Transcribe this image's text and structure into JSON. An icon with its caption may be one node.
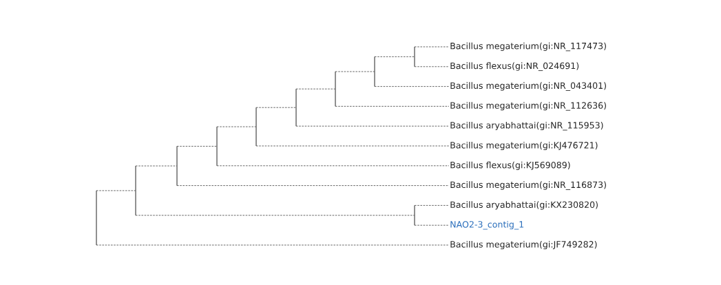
{
  "diagram": {
    "nodes": [
      {
        "text": [
          "Bacillus megaterium(gi:NR_117473)"
        ]
      },
      {
        "text": [
          "Bacillus flexus(gi:NR_024691)"
        ]
      },
      {
        "text": [
          "Bacillus megaterium(gi:NR_043401)"
        ]
      },
      {
        "text": [
          "Bacillus megaterium(gi:NR_112636)"
        ]
      },
      {
        "text": [
          "Bacillus aryabhattai(gi:NR_115953)"
        ]
      },
      {
        "text": [
          "Bacillus megaterium(gi:KJ476721)"
        ]
      },
      {
        "text": [
          "Bacillus flexus(gi:KJ569089)"
        ]
      },
      {
        "text": [
          "Bacillus megaterium(gi:NR_116873)"
        ]
      },
      {
        "text": [
          "Bacillus aryabhattai(gi:KX230820)"
        ]
      },
      {
        "text": [
          "NAO2-3_contig_1"
        ]
      },
      {
        "text": [
          "Bacillus megaterium(gi:JF749282)"
        ]
      },
      {
        "text": [],
        "shape": "bar"
      },
      {
        "text": [],
        "shape": "bar"
      },
      {
        "text": [],
        "shape": "bar"
      },
      {
        "text": [],
        "shape": "bar"
      },
      {
        "text": [],
        "shape": "bar"
      },
      {
        "text": [],
        "shape": "bar"
      },
      {
        "text": [],
        "shape": "bar"
      },
      {
        "text": [],
        "shape": "bar"
      },
      {
        "text": [],
        "shape": "bar"
      },
      {
        "text": [],
        "shape": "bar"
      }
    ],
    "edges": [
      {
        "from": 11,
        "to": 12,
        "arrow": "none",
        "style": "dashed"
      },
      {
        "from": 11,
        "to": 10,
        "arrow": "none",
        "style": "dashed"
      },
      {
        "from": 12,
        "to": 13,
        "arrow": "none",
        "style": "dashed"
      },
      {
        "from": 12,
        "to": 20,
        "arrow": "none",
        "style": "dashed"
      },
      {
        "from": 20,
        "to": 8,
        "arrow": "none",
        "style": "dashed"
      },
      {
        "from": 20,
        "to": 9,
        "arrow": "none",
        "style": "dashed"
      },
      {
        "from": 13,
        "to": 14,
        "arrow": "none",
        "style": "dashed"
      },
      {
        "from": 13,
        "to": 7,
        "arrow": "none",
        "style": "dashed"
      },
      {
        "from": 14,
        "to": 15,
        "arrow": "none",
        "style": "dashed"
      },
      {
        "from": 14,
        "to": 6,
        "arrow": "none",
        "style": "dashed"
      },
      {
        "from": 15,
        "to": 16,
        "arrow": "none",
        "style": "dashed"
      },
      {
        "from": 15,
        "to": 5,
        "arrow": "none",
        "style": "dashed"
      },
      {
        "from": 16,
        "to": 17,
        "arrow": "none",
        "style": "dashed"
      },
      {
        "from": 16,
        "to": 4,
        "arrow": "none",
        "style": "dashed"
      },
      {
        "from": 17,
        "to": 18,
        "arrow": "none",
        "style": "dashed"
      },
      {
        "from": 17,
        "to": 3,
        "arrow": "none",
        "style": "dashed"
      },
      {
        "from": 18,
        "to": 19,
        "arrow": "none",
        "style": "dashed"
      },
      {
        "from": 18,
        "to": 2,
        "arrow": "none",
        "style": "dashed"
      },
      {
        "from": 19,
        "to": 0,
        "arrow": "none",
        "style": "dashed"
      },
      {
        "from": 19,
        "to": 1,
        "arrow": "none",
        "style": "dashed"
      }
    ]
  }
}
